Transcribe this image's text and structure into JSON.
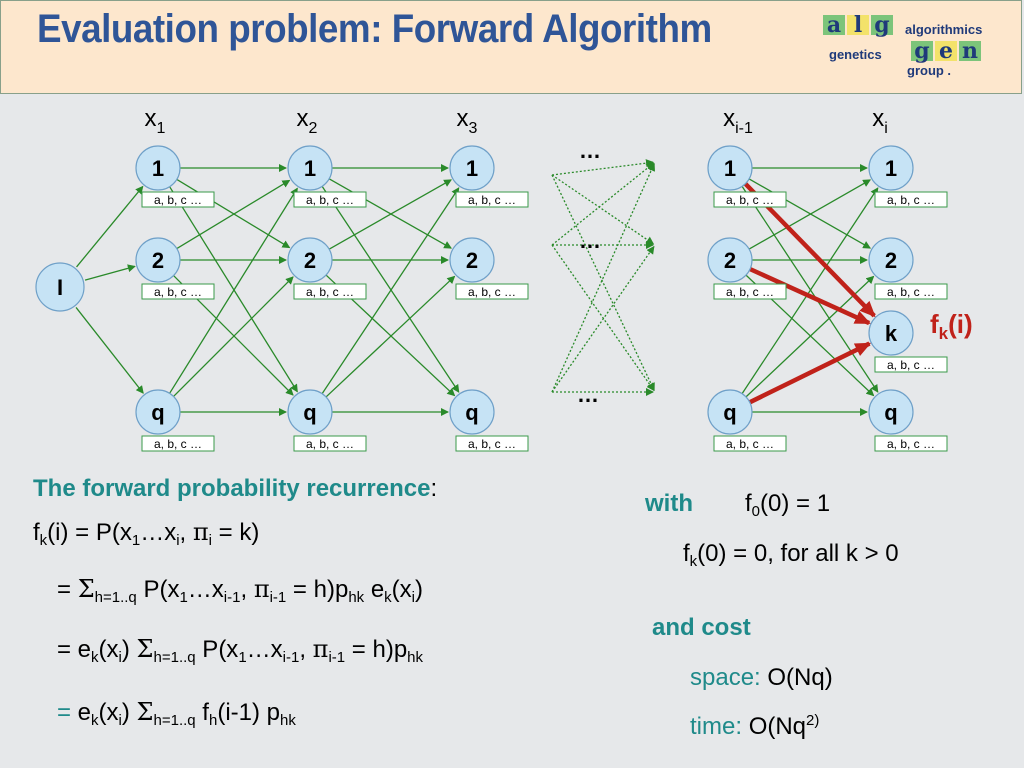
{
  "title": "Evaluation problem: Forward Algorithm",
  "logo": {
    "letters": [
      "a",
      "l",
      "g",
      "g",
      "e",
      "n"
    ],
    "line1": "algorithmics",
    "line2": "genetics",
    "line3": "group ."
  },
  "colors": {
    "title": "#2f5597",
    "teal": "#1f8a8a",
    "edge": "#2a8a2a",
    "highlight": "#c0221a",
    "node_fill": "#c6e3f5",
    "node_stroke": "#6fa0c8",
    "header_bg": "#fde7cd"
  },
  "diagram": {
    "init_label": "I",
    "tag_text": "a, b, c …",
    "columns": [
      {
        "var": "x",
        "sub": "1",
        "nodes": [
          "1",
          "2",
          "q"
        ]
      },
      {
        "var": "x",
        "sub": "2",
        "nodes": [
          "1",
          "2",
          "q"
        ]
      },
      {
        "var": "x",
        "sub": "3",
        "nodes": [
          "1",
          "2",
          "q"
        ]
      },
      {
        "var": "x",
        "sub": "i-1",
        "nodes": [
          "1",
          "2",
          "q"
        ]
      },
      {
        "var": "x",
        "sub": "i",
        "nodes": [
          "1",
          "2",
          "k",
          "q"
        ]
      }
    ],
    "dots": [
      "…",
      "…",
      "…"
    ],
    "fk_label": {
      "f": "f",
      "sub": "k",
      "rest": "(i)"
    }
  },
  "recurrence": {
    "heading": "The forward probability recurrence",
    "colon": ":",
    "lines": {
      "l1": {
        "a": "f",
        "a_sub": "k",
        "b": "(i) = P(x",
        "b_sub": "1",
        "c": "…x",
        "c_sub": "i",
        "d": ", ",
        "pi": "π",
        "pi_sub": "i",
        "e": " = k)"
      },
      "l2": {
        "a": "= ",
        "sigma": "Σ",
        "s_sub": "h=1..q",
        "b": " P(x",
        "b_sub": "1",
        "c": "…x",
        "c_sub": "i-1",
        "d": ", ",
        "pi": "π",
        "pi_sub": "i-1",
        "e": " = h)p",
        "e_sub": "hk",
        "f": " e",
        "f_sub": "k",
        "g": "(x",
        "g_sub": "i",
        "h": ")"
      },
      "l3": {
        "a": "= e",
        "a_sub": "k",
        "b": "(x",
        "b_sub": "i",
        "c": ") ",
        "sigma": "Σ",
        "s_sub": "h=1..q",
        "d": " P(x",
        "d_sub": "1",
        "e": "…x",
        "e_sub": "i-1",
        "f": ", ",
        "pi": "π",
        "pi_sub": "i-1",
        "g": " = h)p",
        "g_sub": "hk"
      },
      "l4": {
        "eq": "=",
        "a": " e",
        "a_sub": "k",
        "b": "(x",
        "b_sub": "i",
        "c": ") ",
        "sigma": "Σ",
        "s_sub": "h=1..q",
        "d": "  f",
        "d_sub": "h",
        "e": "(i-1) p",
        "e_sub": "hk"
      }
    }
  },
  "init": {
    "with": "with",
    "f0": {
      "a": "f",
      "a_sub": "0",
      "b": "(0) = 1"
    },
    "fk0": {
      "a": "f",
      "a_sub": "k",
      "b": "(0) = 0, for all k > 0"
    }
  },
  "cost": {
    "heading": "and cost",
    "space_label": "space:",
    "space_value": "O(Nq)",
    "time_label": "time:",
    "time_value": "O(Nq",
    "time_sup": "2)"
  }
}
